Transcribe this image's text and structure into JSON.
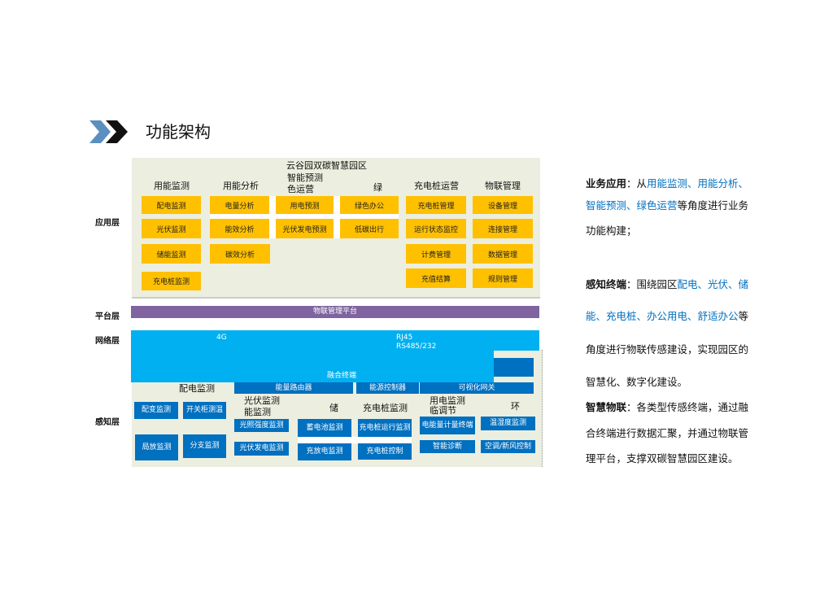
{
  "title": "功能架构",
  "layers": {
    "app": "应用层",
    "platform": "平台层",
    "network": "网络层",
    "sensing": "感知层"
  },
  "app_panel": {
    "title": "云谷园双碳智慧园区",
    "headers": [
      "用能监测",
      "用能分析",
      "智能预测",
      "色运营",
      "绿",
      "充电桩运营",
      "物联管理"
    ],
    "col1": [
      "配电监测",
      "光伏监测",
      "储能监测",
      "充电桩监测"
    ],
    "col2": [
      "电量分析",
      "能效分析",
      "碳效分析"
    ],
    "col3": [
      "用电预测",
      "光伏发电预测"
    ],
    "col4": [
      "绿色办公",
      "低碳出行"
    ],
    "col5": [
      "充电桩管理",
      "运行状态监控",
      "计费管理",
      "充值结算"
    ],
    "col6": [
      "设备管理",
      "连接管理",
      "数据管理",
      "规则管理"
    ]
  },
  "platform": {
    "label": "物联管理平台"
  },
  "network": {
    "g4": "4G",
    "rj45": "RJ45",
    "rs485": "RS485/232",
    "terminal": "融合终端",
    "gateways": [
      "能量路由器",
      "能源控制器",
      "可视化网关"
    ]
  },
  "sensing": {
    "headers": [
      "配电监测",
      "光伏监测",
      "能监测",
      "储",
      "充电桩监测",
      "用电监测",
      "临调节",
      "环"
    ],
    "items": [
      "配变监测",
      "开关柜测温",
      "局放监测",
      "分支监测",
      "光照强度监测",
      "光伏发电监测",
      "蓄电池监测",
      "充放电监测",
      "充电桩运行监测",
      "充电桩控制",
      "电能量计量终端",
      "智能诊断",
      "温湿度监测",
      "空调/新风控制"
    ]
  },
  "description": {
    "p1_label": "业务应用",
    "p1_a": "：从",
    "p1_hl1": "用能监测、用能分析、",
    "p1_hl2": "智能预测、绿色运营",
    "p1_b": "等角度进行业务",
    "p1_c": "功能构建；",
    "p2_label": "感知终端",
    "p2_a": "：围绕园区",
    "p2_hl1": "配电、光伏、储",
    "p2_hl2": "能、充电桩、办公用电、舒适办公",
    "p2_b": "等",
    "p2_c": "角度进行物联传感建设，实现园区的",
    "p2_d": "智慧化、数字化建设。",
    "p3_label": "智慧物联",
    "p3_a": "：各类型传感终端，通过融",
    "p3_b": "合终端进行数据汇聚，并通过物联管",
    "p3_c": "理平台，支撑双碳智慧园区建设。"
  },
  "colors": {
    "yellow": "#ffc000",
    "blue": "#0070c0",
    "cyan": "#00b0f0",
    "purple": "#7f64a0",
    "panel": "#eceedf"
  }
}
